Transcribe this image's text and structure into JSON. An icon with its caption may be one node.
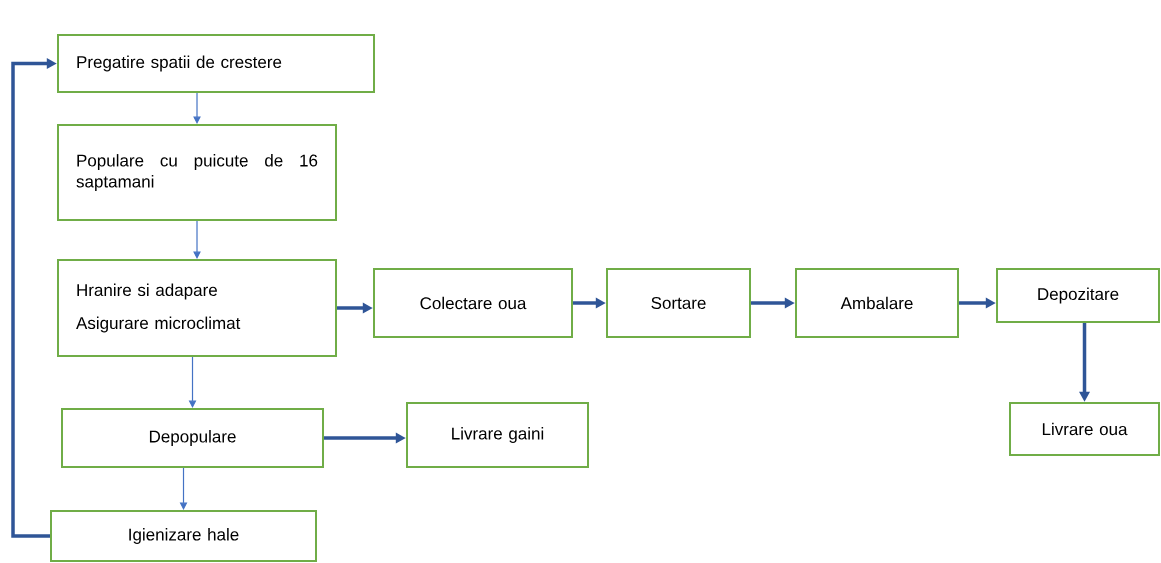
{
  "diagram": {
    "nodes": [
      {
        "text": [
          "Pregatire spatii de crestere"
        ]
      },
      {
        "text": [
          "Populare cu puicute de 16 saptamani"
        ]
      },
      {
        "text": [
          "Hranire si adapare",
          "Asigurare microclimat"
        ]
      },
      {
        "text": [
          "Colectare oua"
        ]
      },
      {
        "text": [
          "Sortare"
        ]
      },
      {
        "text": [
          "Ambalare"
        ]
      },
      {
        "text": [
          "Depozitare"
        ]
      },
      {
        "text": [
          "Depopulare"
        ]
      },
      {
        "text": [
          "Livrare gaini"
        ]
      },
      {
        "text": [
          "Livrare oua"
        ]
      },
      {
        "text": [
          "Igienizare hale"
        ]
      }
    ],
    "edges": [
      {
        "from": 0,
        "to": 1,
        "arrow": "to",
        "color": "#4472c4"
      },
      {
        "from": 1,
        "to": 2,
        "arrow": "to",
        "color": "#4472c4"
      },
      {
        "from": 2,
        "to": 3,
        "arrow": "to"
      },
      {
        "from": 3,
        "to": 4,
        "arrow": "to"
      },
      {
        "from": 4,
        "to": 5,
        "arrow": "to"
      },
      {
        "from": 5,
        "to": 6,
        "arrow": "to"
      },
      {
        "from": 6,
        "to": 9,
        "arrow": "to"
      },
      {
        "from": 2,
        "to": 7,
        "arrow": "to",
        "color": "#4472c4"
      },
      {
        "from": 7,
        "to": 8,
        "arrow": "to"
      },
      {
        "from": 7,
        "to": 10,
        "arrow": "to",
        "color": "#4472c4"
      },
      {
        "from": 10,
        "to": 0,
        "arrow": "to"
      }
    ]
  }
}
